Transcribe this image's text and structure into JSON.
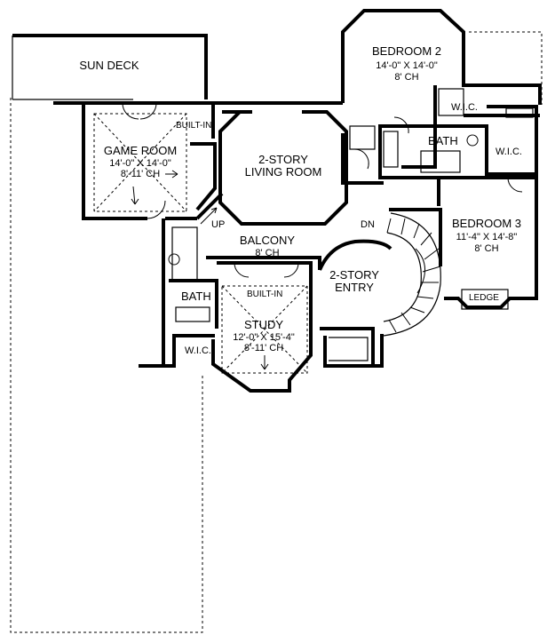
{
  "plan": {
    "sun_deck": "SUN DECK",
    "game_room": {
      "name": "GAME ROOM",
      "size": "14'-0\" X 14'-0\"",
      "ceiling": "8'-11' CH"
    },
    "built_in_top": "BUILT-IN",
    "living_room": {
      "line1": "2-STORY",
      "line2": "LIVING ROOM"
    },
    "bedroom2": {
      "name": "BEDROOM 2",
      "size": "14'-0\" X 14'-0\"",
      "ceiling": "8' CH"
    },
    "wic_top": "W.I.C.",
    "bath_top": "BATH",
    "wic_right": "W.I.C.",
    "bedroom3": {
      "name": "BEDROOM 3",
      "size": "11'-4\" X 14'-8\"",
      "ceiling": "8' CH"
    },
    "ledge": "LEDGE",
    "dn": "DN",
    "up": "UP",
    "balcony": {
      "name": "BALCONY",
      "ceiling": "8' CH"
    },
    "entry": {
      "line1": "2-STORY",
      "line2": "ENTRY"
    },
    "bath_left": "BATH",
    "built_in_study": "BUILT-IN",
    "study": {
      "name": "STUDY",
      "size": "12'-0\" X 15'-4\"",
      "ceiling": "8'-11' CH"
    },
    "wic_bottom": "W.I.C."
  }
}
